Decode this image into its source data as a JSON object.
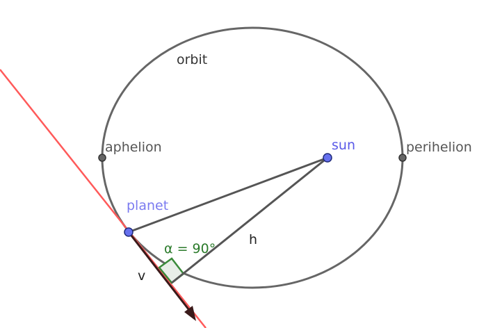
{
  "labels": {
    "orbit": "orbit",
    "aphelion": "aphelion",
    "perihelion": "perihelion",
    "sun": "sun",
    "planet": "planet",
    "h": "h",
    "v": "v",
    "angle": "α = 90°"
  },
  "colors": {
    "orbit": "#666666",
    "tangent_line": "#ff5a5a",
    "segments": "#555555",
    "velocity_vector": "#3a1a1a",
    "angle_marker": "#3a8a3a",
    "point_fill": "#6670ee",
    "point_label": "#7b7bf0",
    "vertex_fill": "#666666"
  }
}
